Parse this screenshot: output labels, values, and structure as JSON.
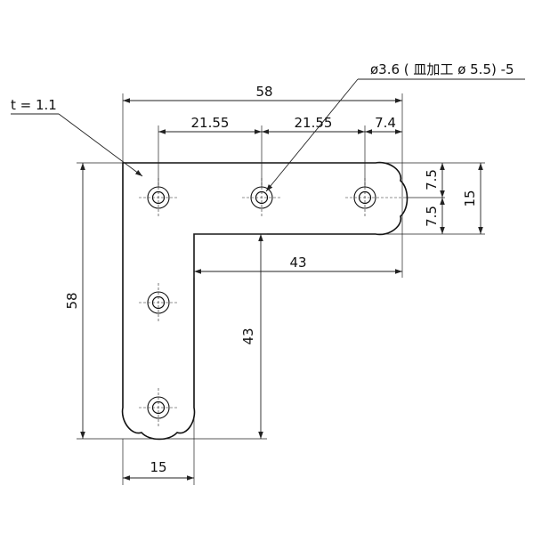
{
  "thickness_label": "t = 1.1",
  "hole_spec_label": "ø3.6 ( 皿加工 ø 5.5) -5",
  "dimensions": {
    "overall_width": "58",
    "hole_pitch_1": "21.55",
    "hole_pitch_2": "21.55",
    "end_hole_offset": "7.4",
    "arm_half_upper": "7.5",
    "arm_half_lower": "7.5",
    "arm_width_right": "15",
    "inner_leg_horizontal": "43",
    "inner_leg_vertical": "43",
    "overall_height": "58",
    "arm_width_bottom": "15"
  }
}
